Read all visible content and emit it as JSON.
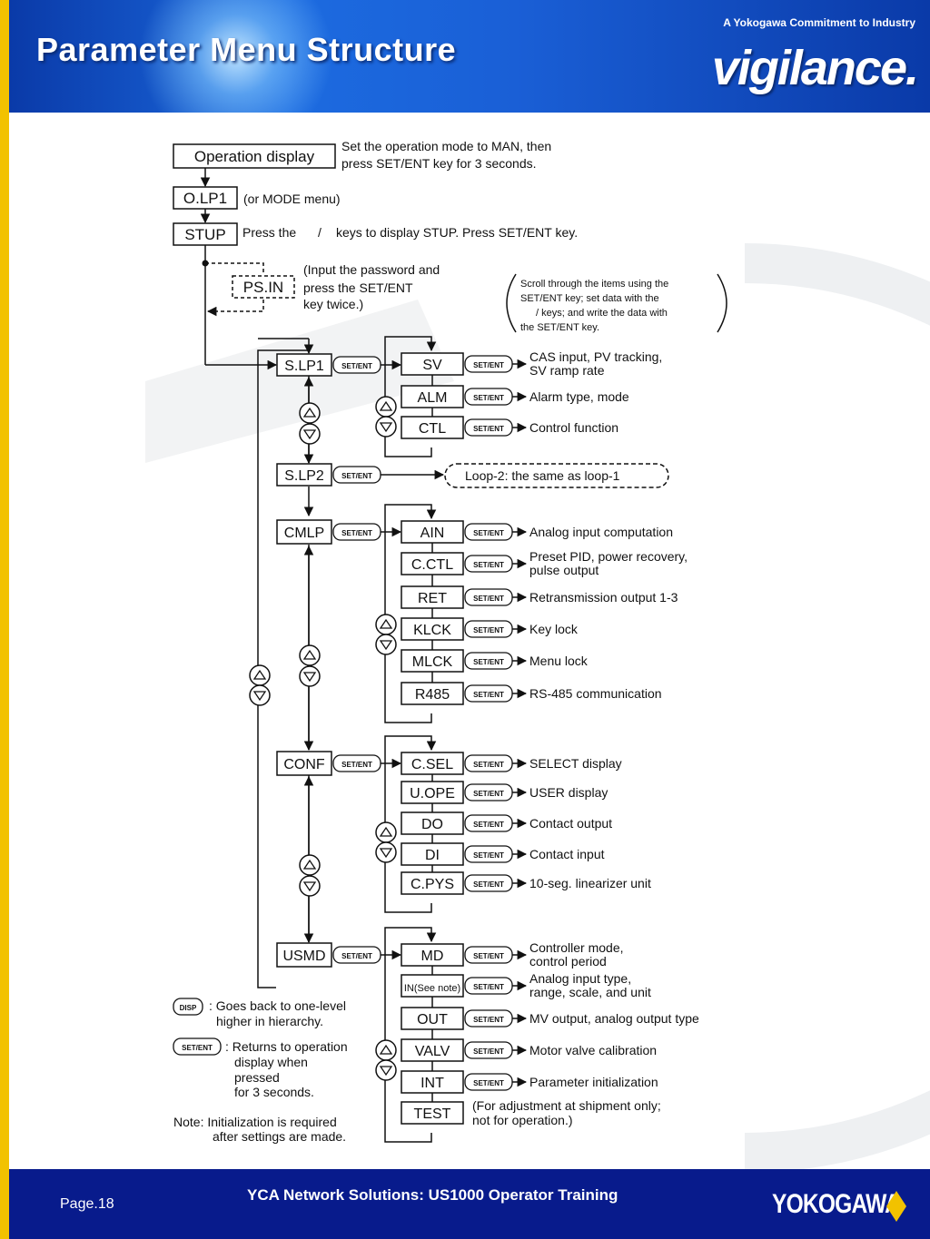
{
  "header": {
    "title": "Parameter Menu Structure",
    "tagline": "A Yokogawa Commitment to Industry",
    "brand": "vigilance."
  },
  "footer": {
    "page": "Page.18",
    "title": "YCA Network Solutions: US1000 Operator Training",
    "logo": "YOKOGAWA"
  },
  "diagram": {
    "top": {
      "operation_display": "Operation display",
      "operation_note_1": "Set the operation mode to MAN, then",
      "operation_note_2": "press SET/ENT key for 3 seconds.",
      "olp1": "O.LP1",
      "olp1_note": "(or MODE menu)",
      "stup": "STUP",
      "stup_note_a": "Press the",
      "stup_note_slash": "/",
      "stup_note_b": "keys to display STUP. Press SET/ENT key.",
      "psin": "PS.IN",
      "psin_note_1": "(Input the password and",
      "psin_note_2": "press the SET/ENT",
      "psin_note_3": "key twice.)",
      "scroll_1": "Scroll through the items using the",
      "scroll_2": "SET/ENT key; set data with the",
      "scroll_3": "/    keys; and write the data with",
      "scroll_4": "the SET/ENT key."
    },
    "set_ent_key": "SET/ENT",
    "disp_key": "DISP",
    "menus": {
      "slp1": "S.LP1",
      "slp2": "S.LP2",
      "cmlp": "CMLP",
      "conf": "CONF",
      "usmd": "USMD"
    },
    "loop2_note": "Loop-2: the same as loop-1",
    "slp1_items": [
      {
        "code": "SV",
        "desc1": "CAS input, PV tracking,",
        "desc2": "SV ramp rate"
      },
      {
        "code": "ALM",
        "desc1": "Alarm type, mode",
        "desc2": ""
      },
      {
        "code": "CTL",
        "desc1": "Control function",
        "desc2": ""
      }
    ],
    "cmlp_items": [
      {
        "code": "AIN",
        "desc1": "Analog input computation",
        "desc2": ""
      },
      {
        "code": "C.CTL",
        "desc1": "Preset PID, power recovery,",
        "desc2": "pulse output"
      },
      {
        "code": "RET",
        "desc1": "Retransmission output 1-3",
        "desc2": ""
      },
      {
        "code": "KLCK",
        "desc1": "Key lock",
        "desc2": ""
      },
      {
        "code": "MLCK",
        "desc1": "Menu lock",
        "desc2": ""
      },
      {
        "code": "R485",
        "desc1": "RS-485 communication",
        "desc2": ""
      }
    ],
    "conf_items": [
      {
        "code": "C.SEL",
        "desc1": "SELECT display",
        "desc2": ""
      },
      {
        "code": "U.OPE",
        "desc1": "USER display",
        "desc2": ""
      },
      {
        "code": "DO",
        "desc1": "Contact output",
        "desc2": ""
      },
      {
        "code": "DI",
        "desc1": "Contact input",
        "desc2": ""
      },
      {
        "code": "C.PYS",
        "desc1": "10-seg. linearizer unit",
        "desc2": ""
      }
    ],
    "usmd_items": [
      {
        "code": "MD",
        "desc1": "Controller mode,",
        "desc2": "control period"
      },
      {
        "code": "IN(See note)",
        "desc1": "Analog input type,",
        "desc2": "range, scale, and unit"
      },
      {
        "code": "OUT",
        "desc1": "MV output, analog output type",
        "desc2": ""
      },
      {
        "code": "VALV",
        "desc1": "Motor valve calibration",
        "desc2": ""
      },
      {
        "code": "INT",
        "desc1": "Parameter initialization",
        "desc2": ""
      },
      {
        "code": "TEST",
        "desc1": "(For adjustment at shipment only;",
        "desc2": " not for operation.)"
      }
    ],
    "legend": {
      "disp_1": ": Goes back to one-level",
      "disp_2": "higher in hierarchy.",
      "set_1": ": Returns to operation",
      "set_2": "display when",
      "set_3": "pressed",
      "set_4": "for 3 seconds.",
      "note_1": "Note: Initialization is required",
      "note_2": "after settings are made."
    }
  },
  "colors": {
    "header_blue": "#1c6be0",
    "footer_navy": "#081b8c",
    "accent_yellow": "#f2c200"
  }
}
